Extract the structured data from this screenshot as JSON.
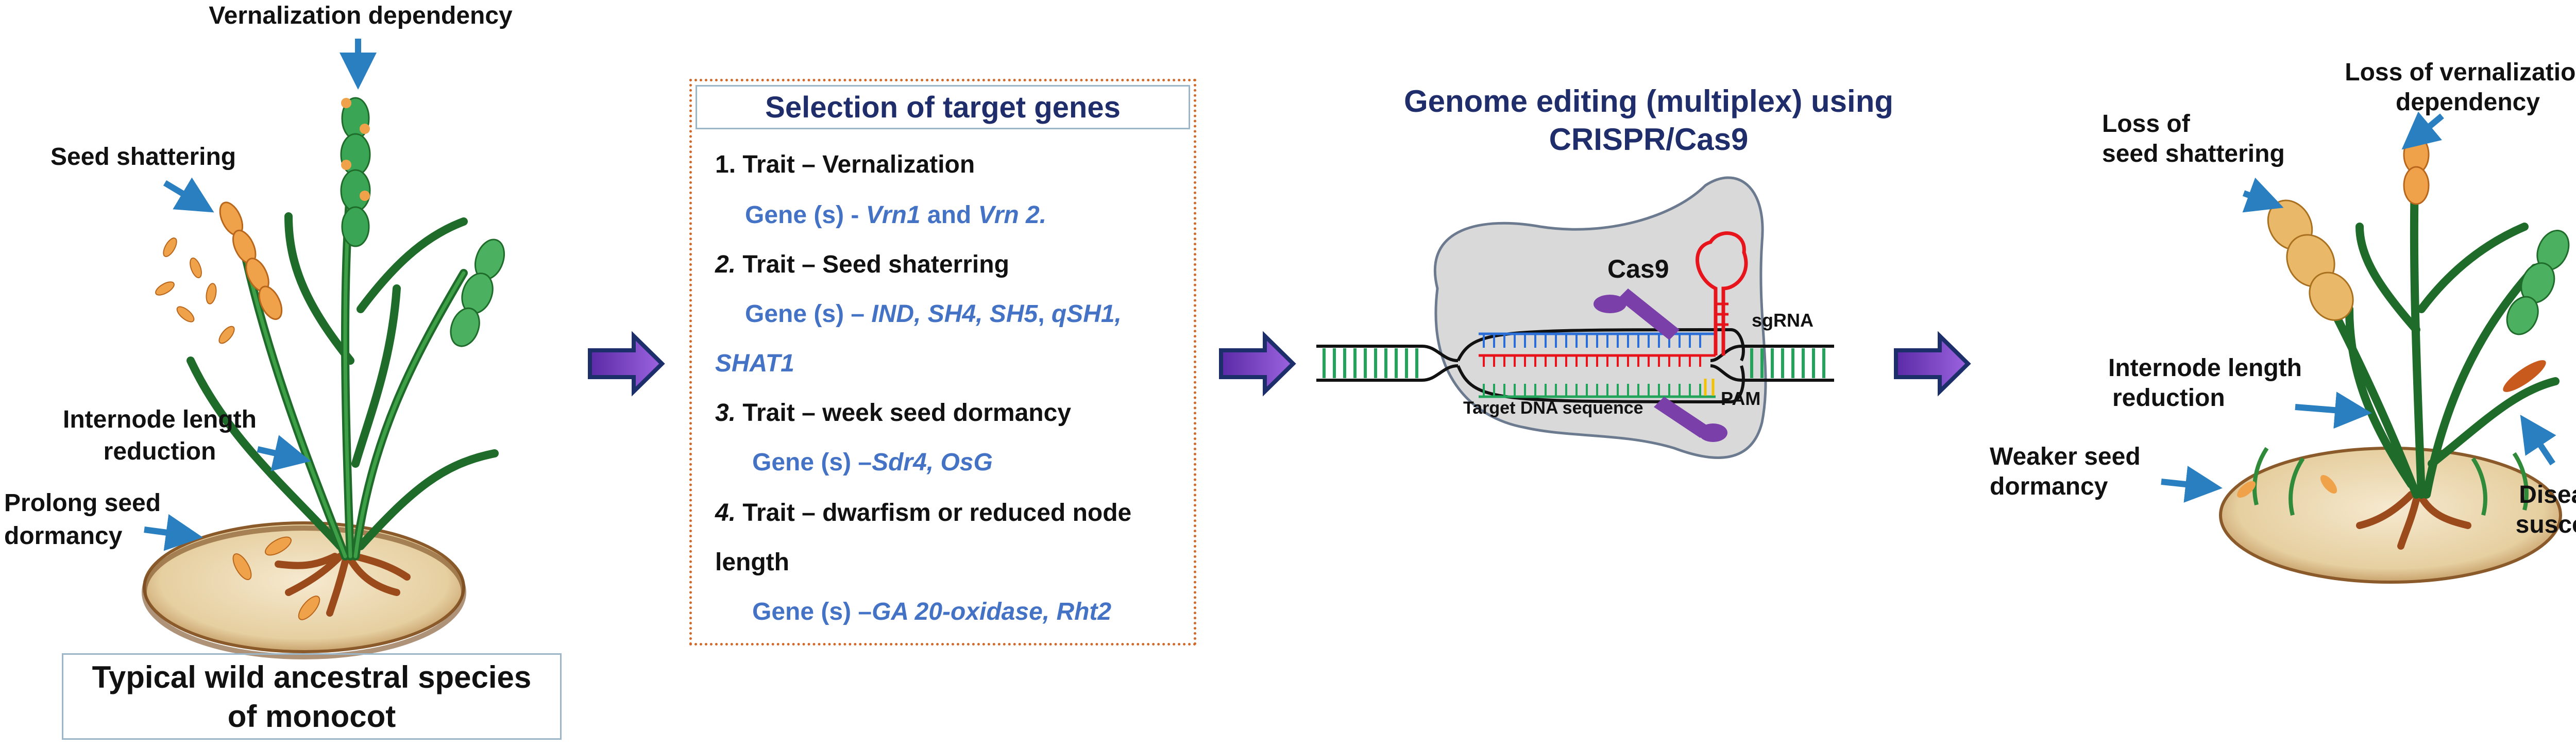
{
  "left_panel": {
    "labels": {
      "vernalization": "Vernalization dependency",
      "seed_shattering": "Seed shattering",
      "internode_1": "Internode length",
      "internode_2": "reduction",
      "prolong_1": "Prolong seed",
      "prolong_2": "dormancy"
    },
    "caption_1": "Typical wild ancestral species",
    "caption_2": "of monocot"
  },
  "genes_panel": {
    "title": "Selection of target genes",
    "traits": [
      {
        "num": "1.",
        "trait": " Trait – Vernalization",
        "gene_prefix": "Gene (s) - ",
        "gene_names": "Vrn1",
        "gene_mid": " and ",
        "gene_names_2": "Vrn 2."
      },
      {
        "num": "2.",
        "trait": " Trait – Seed shaterring",
        "gene_prefix": "Gene (s) – ",
        "gene_names": "IND, SH4, SH5",
        "gene_mid": ", ",
        "gene_names_2": "qSH1,",
        "gene_line2": "SHAT1"
      },
      {
        "num": "3.",
        "trait": " Trait – week seed dormancy",
        "gene_prefix": "Gene (s) –",
        "gene_names": "Sdr4, OsG"
      },
      {
        "num": "4.",
        "trait": " Trait – dwarfism or reduced node",
        "trait_line2": "length",
        "gene_prefix": "Gene (s) –",
        "gene_names": "GA 20-oxidase, Rht2"
      }
    ]
  },
  "crispr_panel": {
    "title_1": "Genome editing (multiplex) using",
    "title_2": "CRISPR/Cas9",
    "cas9": "Cas9",
    "sgrna": "sgRNA",
    "pam": "PAM",
    "target": "Target DNA sequence"
  },
  "right_panel": {
    "labels": {
      "loss_shatter_1": "Loss of",
      "loss_shatter_2": "seed shattering",
      "loss_vern_1": "Loss of vernalization",
      "loss_vern_2": "dependency",
      "internode_1": "Internode length",
      "internode_2": "reduction",
      "weaker_1": "Weaker seed",
      "weaker_2": "dormancy",
      "disease_1": "Disease/pest",
      "disease_2": "susceptibility"
    }
  },
  "colors": {
    "title_blue": "#1f2d6b",
    "gene_blue": "#4472c4",
    "label_arrow": "#2a7fc0",
    "flow_arrow_fill": "#7a40c8",
    "flow_arrow_edge": "#1c2f6b",
    "box_border": "#d2692a",
    "cas9_purple": "#7a3fa8",
    "sgrna_red": "#e8141c",
    "dna_green": "#22a55a"
  }
}
